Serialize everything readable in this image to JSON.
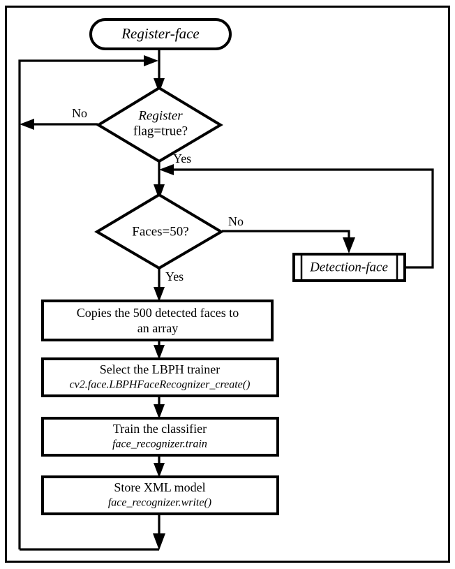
{
  "diagram": {
    "type": "flowchart",
    "title": "Register-face",
    "border_color": "#000000",
    "background_color": "#ffffff",
    "line_color": "#000000"
  },
  "nodes": {
    "start": {
      "shape": "terminator",
      "label": "Register-face"
    },
    "decision_register": {
      "shape": "decision",
      "label_line1": "Register",
      "label_line2": "flag=true?"
    },
    "decision_faces": {
      "shape": "decision",
      "label": "Faces=50?"
    },
    "detection_face": {
      "shape": "predefined-process",
      "label": "Detection-face"
    },
    "copy_faces": {
      "shape": "process",
      "label_line1": "Copies the 500 detected faces to",
      "label_line2": "an array"
    },
    "select_trainer": {
      "shape": "process",
      "label_line1": "Select the LBPH trainer",
      "label_line2": "cv2.face.LBPHFaceRecognizer_create()"
    },
    "train_classifier": {
      "shape": "process",
      "label_line1": "Train the classifier",
      "label_line2": "face_recognizer.train"
    },
    "store_model": {
      "shape": "process",
      "label_line1": "Store XML model",
      "label_line2": "face_recognizer.write()"
    }
  },
  "edge_labels": {
    "register_no": "No",
    "register_yes": "Yes",
    "faces_no": "No",
    "faces_yes": "Yes"
  }
}
